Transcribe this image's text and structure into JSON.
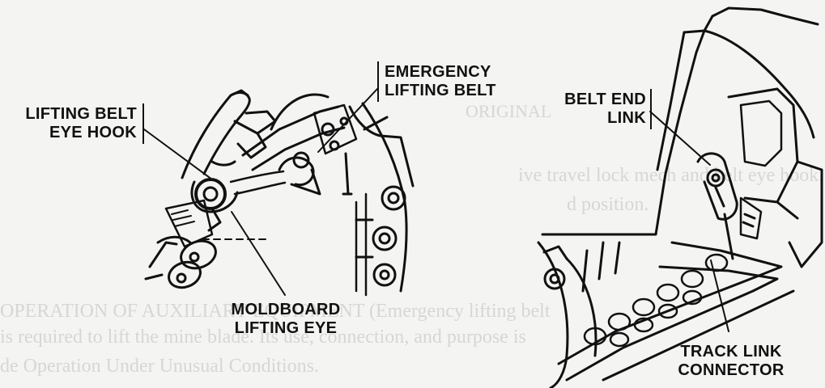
{
  "labels": {
    "lifting_belt_eye_hook": [
      "LIFTING BELT",
      "EYE HOOK"
    ],
    "emergency_lifting_belt": [
      "EMERGENCY",
      "LIFTING BELT"
    ],
    "moldboard_lifting_eye": [
      "MOLDBOARD",
      "LIFTING EYE"
    ],
    "belt_end_link": [
      "BELT END",
      "LINK"
    ],
    "track_link_connector": [
      "TRACK LINK",
      "CONNECTOR"
    ]
  },
  "bleed_text": [
    "ORIGINAL",
    "ive travel lock mech and belt eye hook. Install in",
    "d position.",
    "OPERATION OF AUXILIARY EQUIPMENT (Emergency lifting belt",
    "is required to lift the mine blade. Its use, connection, and purpose is",
    "de         Operation Under Unusual Conditions."
  ],
  "colors": {
    "ink": "#111111",
    "paper": "#f4f4f2"
  }
}
